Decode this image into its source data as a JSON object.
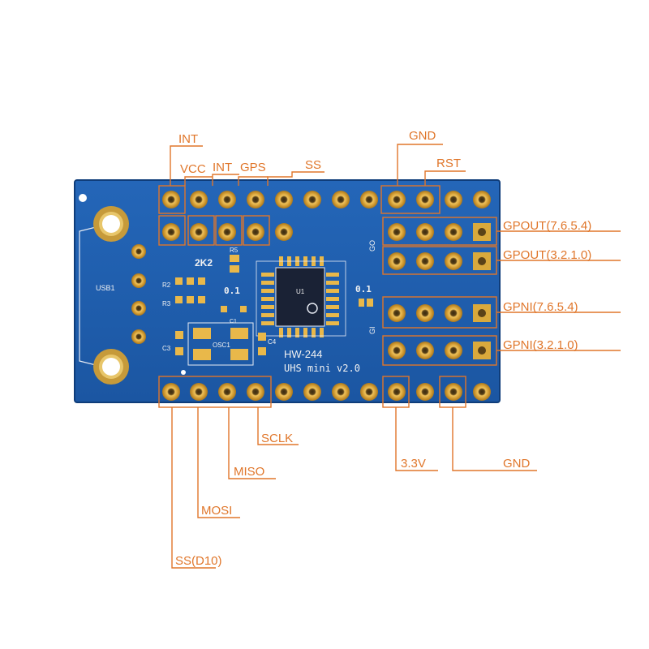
{
  "board": {
    "model": "HW-244",
    "version": "UHS mini v2.0",
    "usb_label": "USB1",
    "silk_2k2": "2K2",
    "silk_r5": "R5",
    "silk_r2": "R2",
    "silk_r3": "R3",
    "silk_u1": "U1",
    "silk_osc": "OSC1",
    "silk_c3": "C3",
    "silk_c4": "C4",
    "silk_c1": "C1",
    "silk_01_left": "0.1",
    "silk_01_right": "0.1",
    "silk_go": "GO",
    "silk_gi": "GI"
  },
  "labels": {
    "top": {
      "int_1": "INT",
      "vcc": "VCC",
      "int_2": "INT",
      "gps": "GPS",
      "ss": "SS",
      "gnd": "GND",
      "rst": "RST"
    },
    "right": {
      "gpout_hi": "GPOUT(7.6.5.4)",
      "gpout_lo": "GPOUT(3.2.1.0)",
      "gpin_hi": "GPNI(7.6.5.4)",
      "gpin_lo": "GPNI(3.2.1.0)"
    },
    "bottom": {
      "sclk": "SCLK",
      "miso": "MISO",
      "mosi": "MOSI",
      "ss_d10": "SS(D10)",
      "v33": "3.3V",
      "gnd": "GND"
    }
  },
  "colors": {
    "pcb": "#1f5fb0",
    "pcb_edge": "#2a6bc0",
    "pad_gold": "#d9a93c",
    "callout": "#e0762a",
    "chip": "#1a2235"
  }
}
